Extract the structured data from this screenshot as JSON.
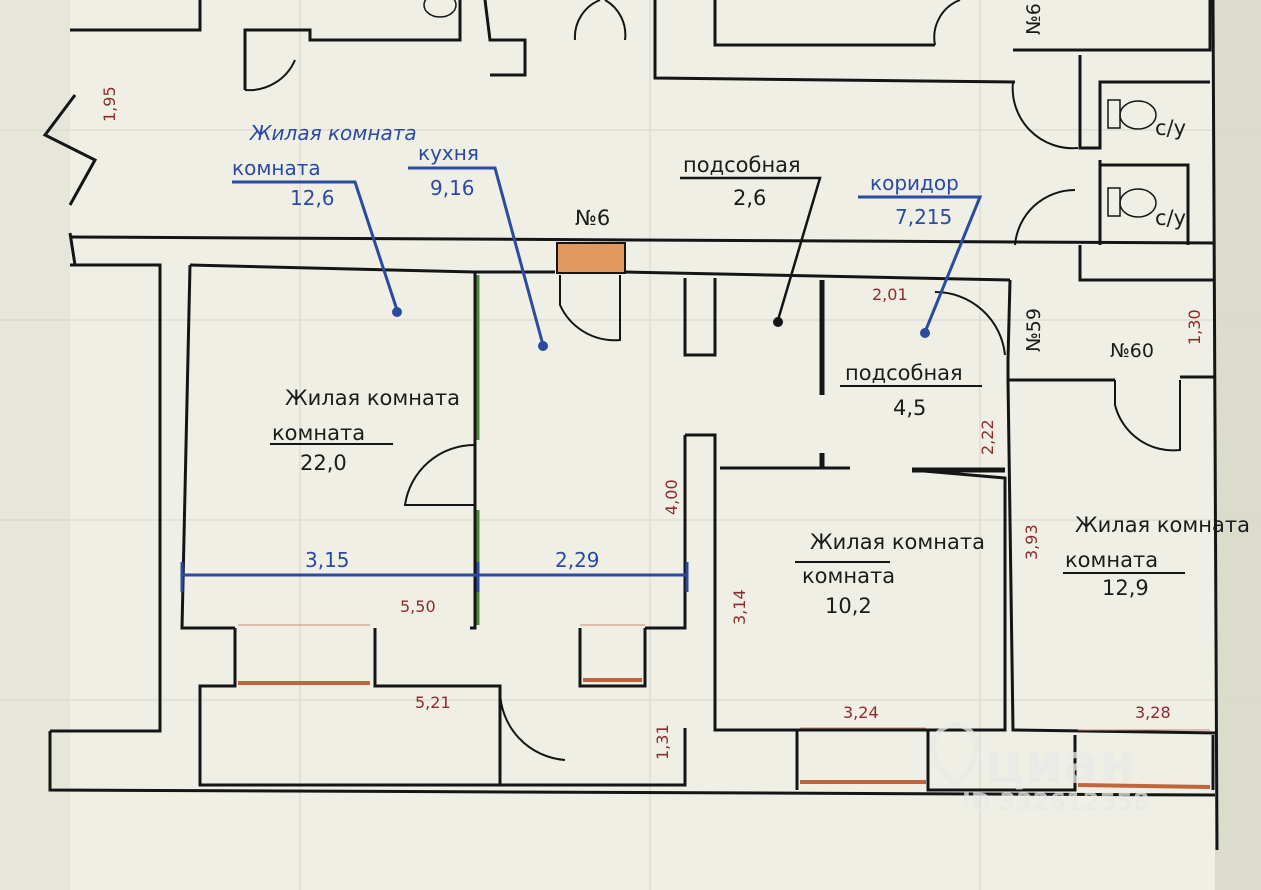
{
  "rooms": {
    "living_top": {
      "name": "Жилая комната",
      "area": "12,6"
    },
    "kitchen": {
      "name": "кухня",
      "area": "9,16"
    },
    "utility_top": {
      "name": "подсобная",
      "area": "2,6"
    },
    "corridor": {
      "name": "коридор",
      "area": "7,215"
    },
    "living_main": {
      "name": "Жилая комната",
      "area": "22,0"
    },
    "utility_small": {
      "name": "подсобная",
      "area": "4,5"
    },
    "living_mid": {
      "name": "Жилая комната",
      "area": "10,2"
    },
    "living_right": {
      "name": "Жилая комната",
      "area": "12,9"
    },
    "wc_1": "с/у",
    "wc_2": "с/у"
  },
  "labels": {
    "no6_top": "№6",
    "no6_mid": "№6",
    "no59": "№59",
    "no60": "№60"
  },
  "dimensions": {
    "d_1_95": "1,95",
    "d_2_01": "2,01",
    "d_1_30": "1,30",
    "d_2_22": "2,22",
    "d_4_00": "4,00",
    "d_3_93": "3,93",
    "d_3_15": "3,15",
    "d_2_29": "2,29",
    "d_3_14": "3,14",
    "d_5_50": "5,50",
    "d_5_21": "5,21",
    "d_1_31": "1,31",
    "d_3_24": "3,24",
    "d_3_28": "3,28"
  },
  "watermark": {
    "brand": "циан",
    "id": "ID 332612558"
  },
  "colors": {
    "paper": "#f1f2e9",
    "wall": "#151515",
    "blue": "#2b4aa0",
    "red_dim": "#8e2a2a",
    "chimney": "#e3995e",
    "window": "#c0653e",
    "green": "#4b8a3c"
  }
}
